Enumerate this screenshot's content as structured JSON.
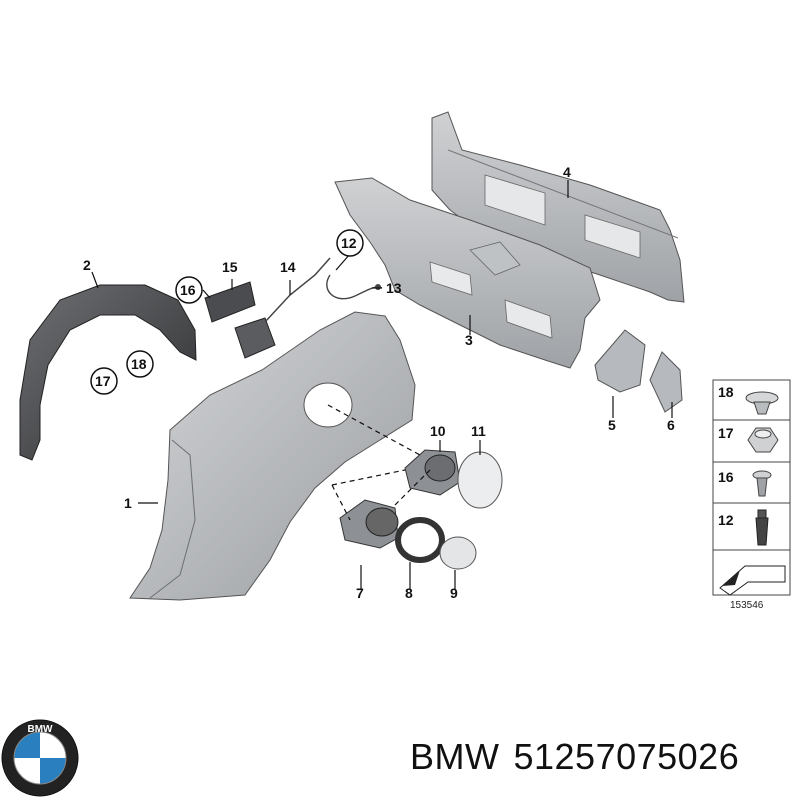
{
  "diagram": {
    "callouts": {
      "p1": "1",
      "p2": "2",
      "p3": "3",
      "p4": "4",
      "p5": "5",
      "p6": "6",
      "p7": "7",
      "p8": "8",
      "p9": "9",
      "p10": "10",
      "p11": "11",
      "p12": "12",
      "p13": "13",
      "p14": "14",
      "p15": "15",
      "p16": "16",
      "p17": "17",
      "p18": "18"
    },
    "legend": [
      "18",
      "17",
      "16",
      "12"
    ],
    "diagram_code": "153546"
  },
  "footer": {
    "brand_logo_text": "BMW",
    "brand": "BMW",
    "part_number": "51257075026"
  }
}
